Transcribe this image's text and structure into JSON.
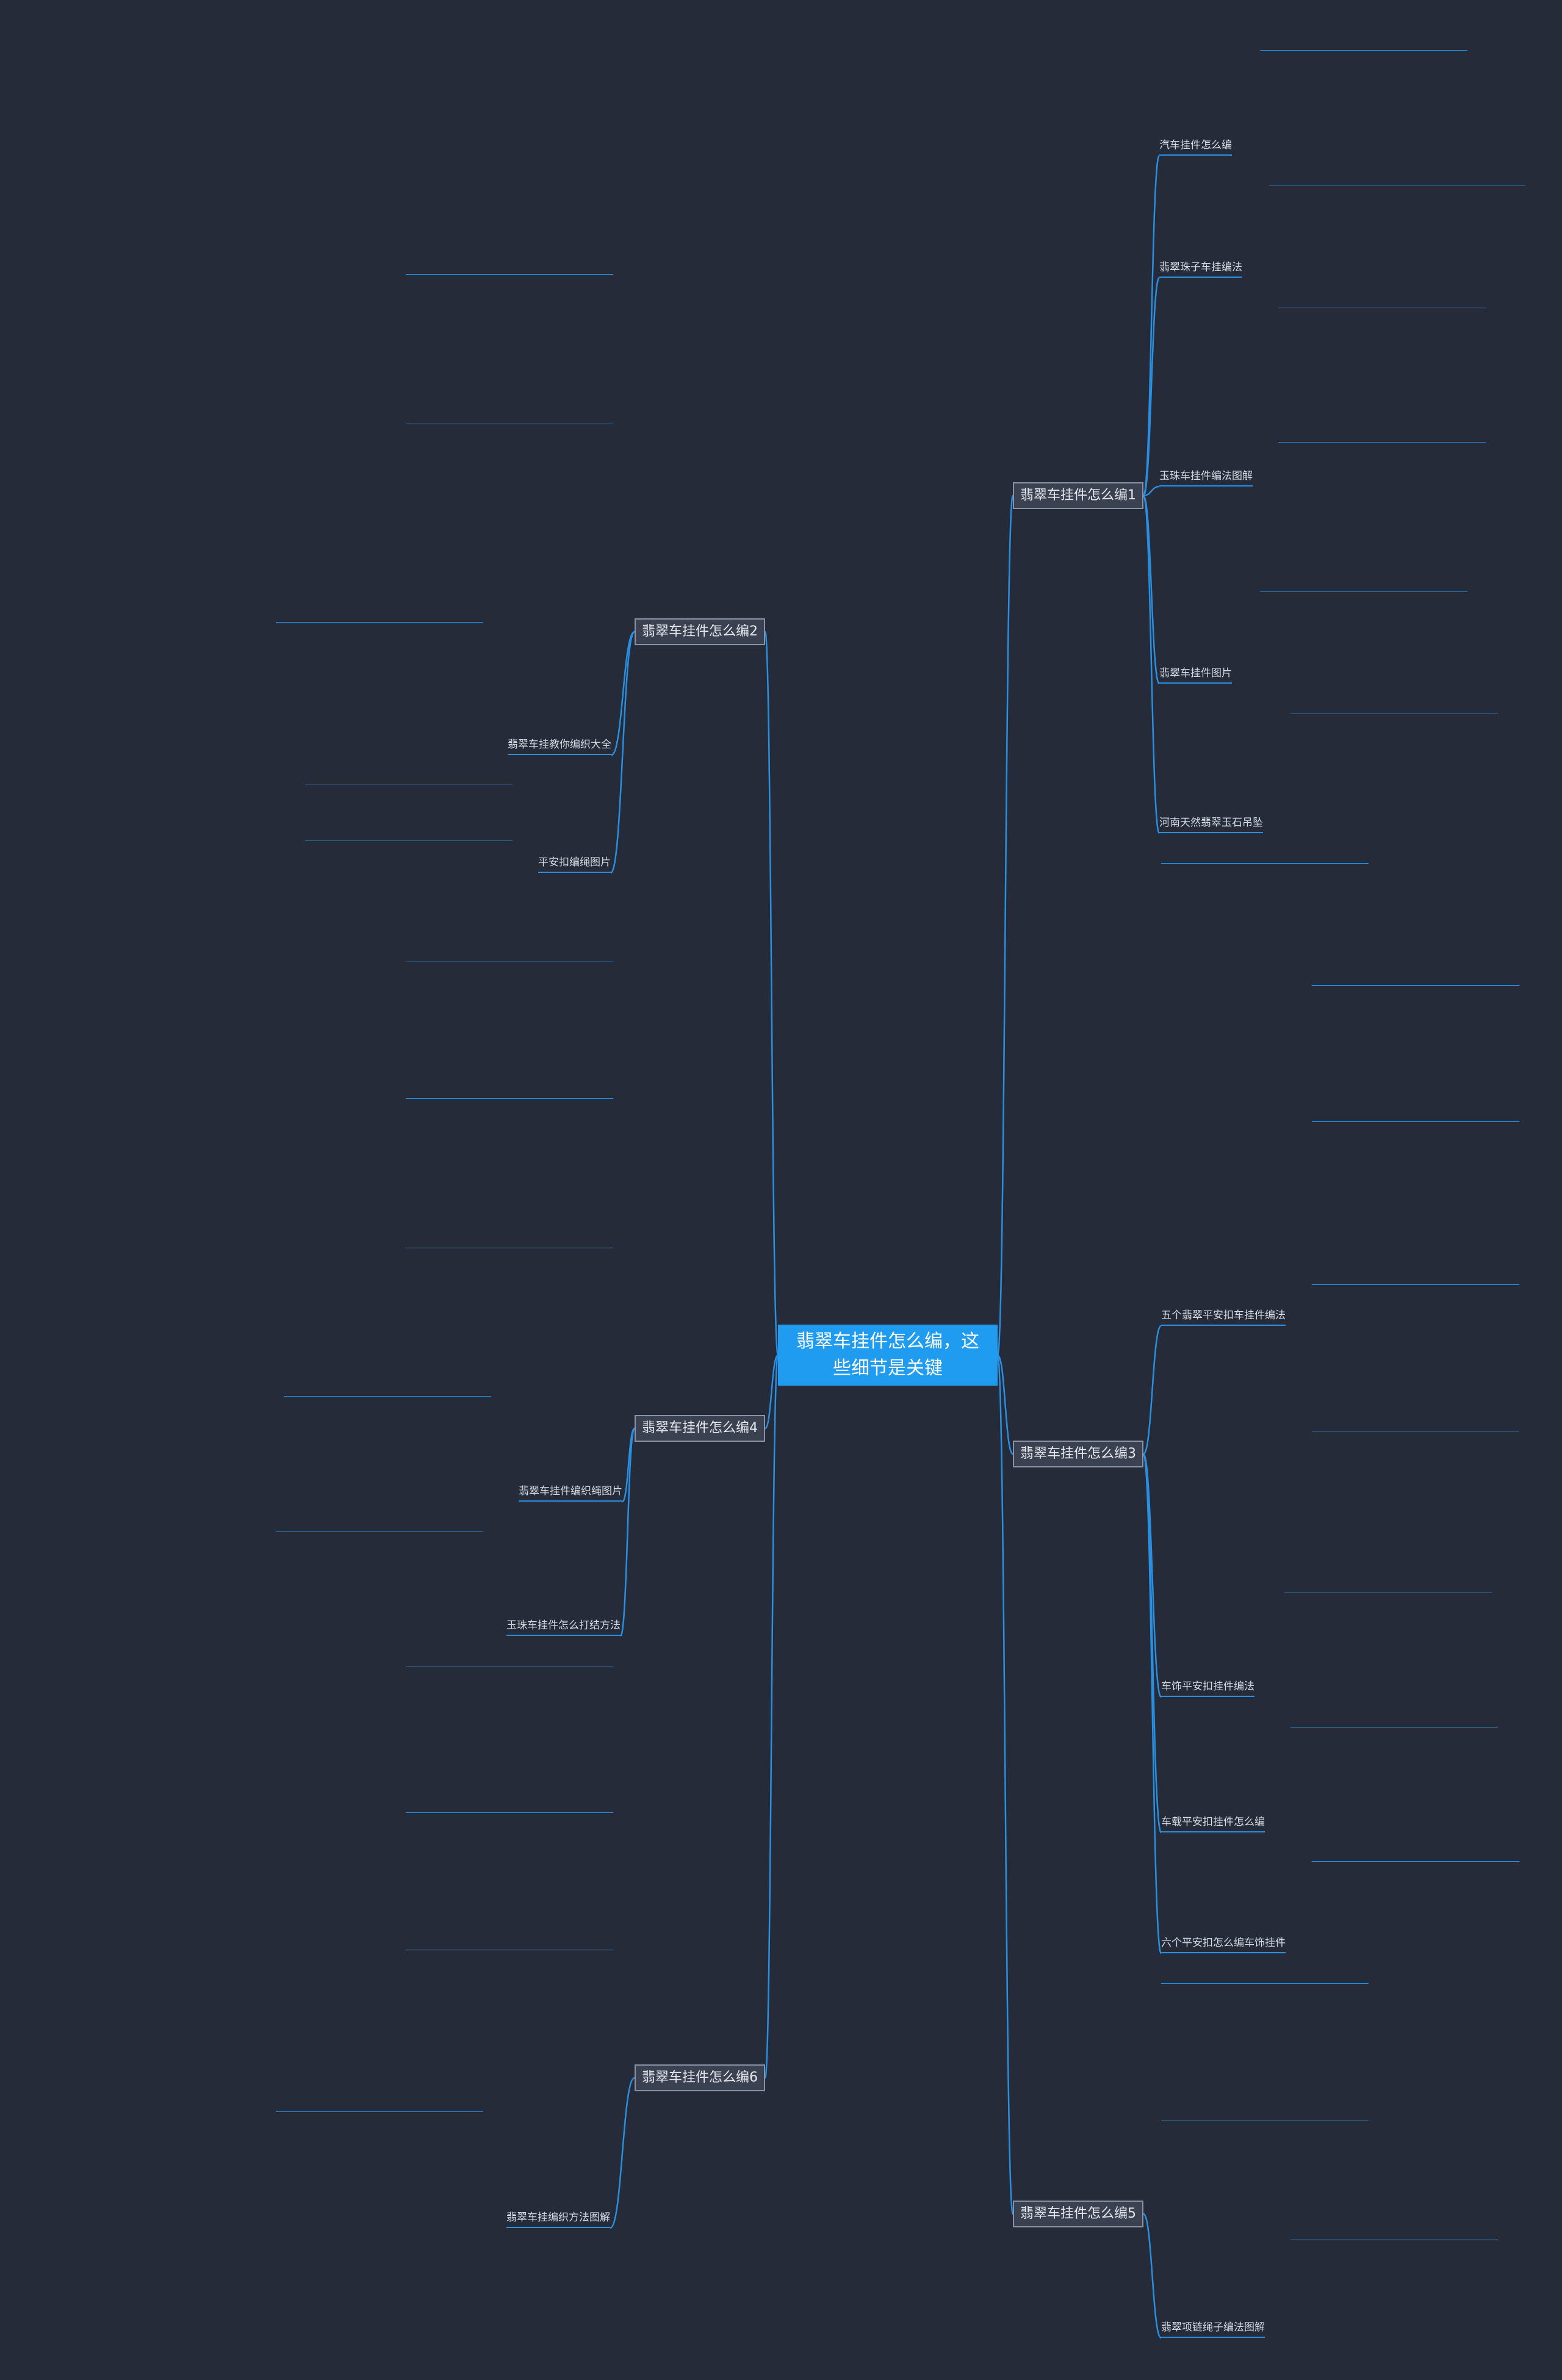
{
  "root": {
    "title": "翡翠车挂件怎么编，这些细节是关键"
  },
  "branches": {
    "b1": {
      "label": "翡翠车挂件怎么编1",
      "subs": [
        "汽车挂件怎么编",
        "翡翠珠子车挂编法",
        "玉珠车挂件编法图解",
        "翡翠车挂件图片",
        "河南天然翡翠玉石吊坠"
      ],
      "texts": [
        "",
        "",
        "",
        "",
        "",
        ""
      ]
    },
    "b2": {
      "label": "翡翠车挂件怎么编2",
      "subs": [
        "翡翠车挂教你编织大全",
        "平安扣编绳图片"
      ],
      "texts": [
        "",
        "",
        "",
        "",
        ""
      ]
    },
    "b3": {
      "label": "翡翠车挂件怎么编3",
      "subs": [
        "五个翡翠平安扣车挂件编法",
        "车饰平安扣挂件编法",
        "车载平安扣挂件怎么编",
        "六个平安扣怎么编车饰挂件"
      ],
      "texts": [
        "",
        "",
        "",
        "",
        "",
        "",
        "",
        "",
        ""
      ]
    },
    "b4": {
      "label": "翡翠车挂件怎么编4",
      "subs": [
        "翡翠车挂件编织绳图片",
        "玉珠车挂件怎么打结方法"
      ],
      "texts": [
        "",
        "",
        "",
        "",
        "",
        "",
        ""
      ]
    },
    "b5": {
      "label": "翡翠车挂件怎么编5",
      "subs": [
        "翡翠项链绳子编法图解"
      ],
      "texts": [
        "",
        "",
        ""
      ]
    },
    "b6": {
      "label": "翡翠车挂件怎么编6",
      "subs": [
        "翡翠车挂编织方法图解"
      ],
      "texts": [
        "",
        ""
      ]
    }
  }
}
